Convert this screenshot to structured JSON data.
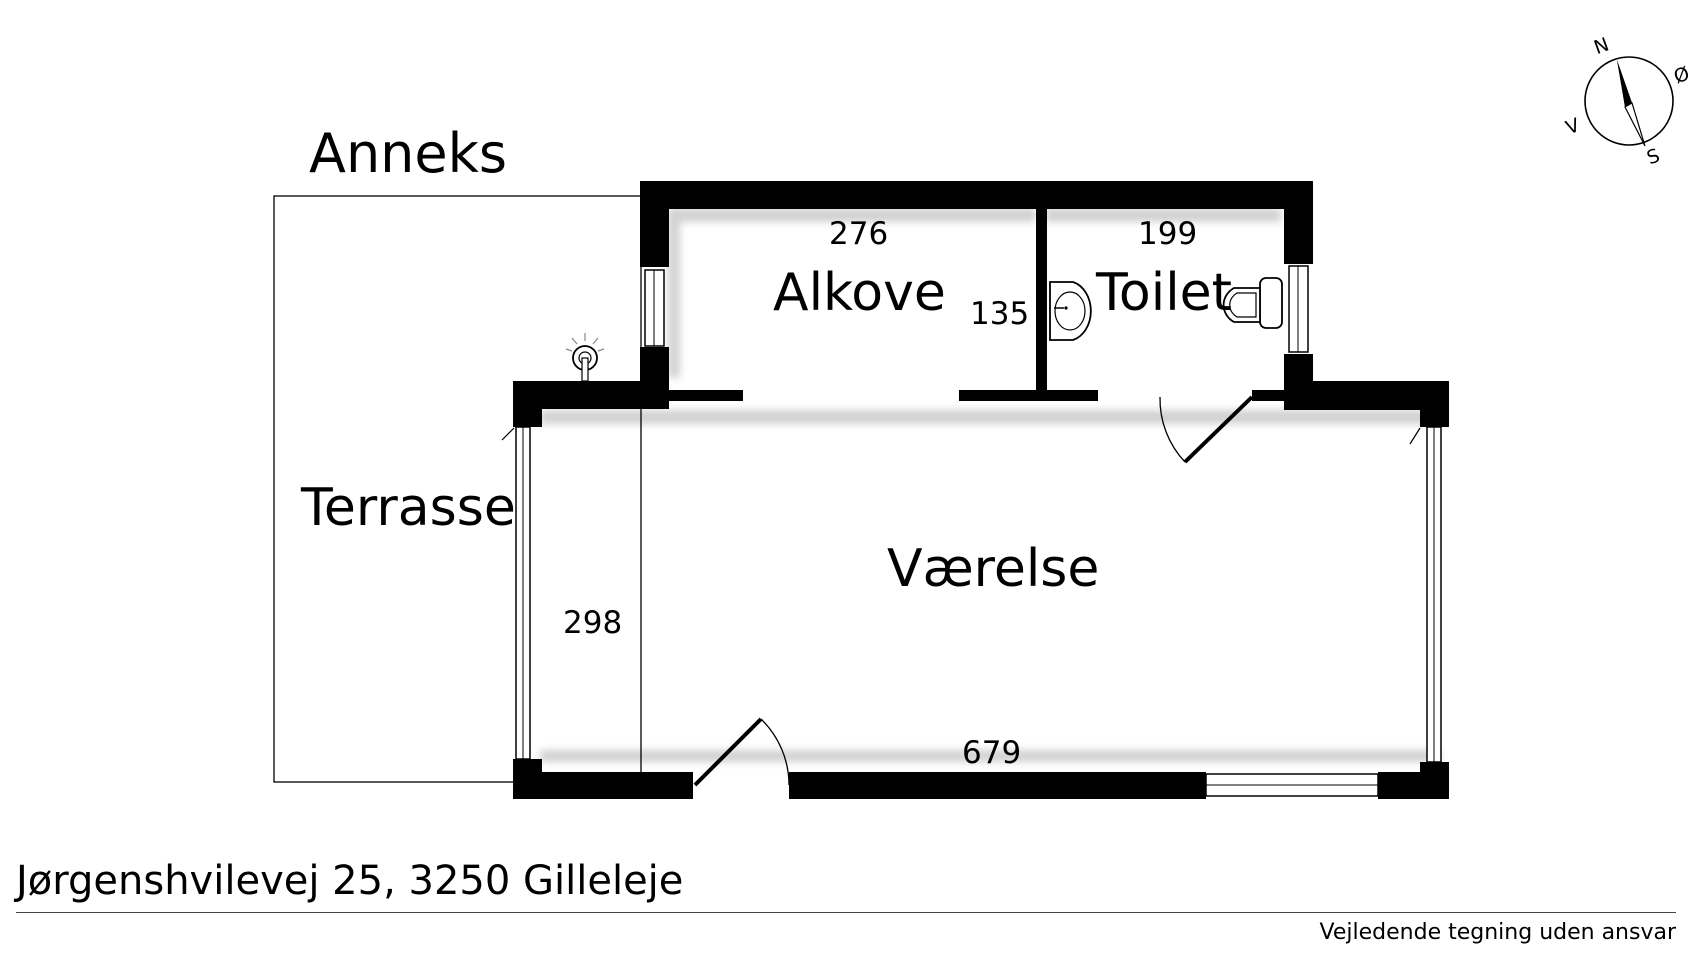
{
  "plan": {
    "title": "Anneks",
    "rooms": {
      "terrasse": "Terrasse",
      "alkove": "Alkove",
      "toilet": "Toilet",
      "vaerelse": "Værelse"
    },
    "dimensions": {
      "alkove_width": "276",
      "toilet_width": "199",
      "toilet_depth": "135",
      "vaerelse_depth": "298",
      "vaerelse_width": "679"
    },
    "compass": {
      "north": "N",
      "east": "Ø",
      "south": "S",
      "west": "V"
    }
  },
  "footer": {
    "address": "Jørgenshvilevej 25, 3250 Gilleleje",
    "disclaimer": "Vejledende tegning uden ansvar"
  }
}
